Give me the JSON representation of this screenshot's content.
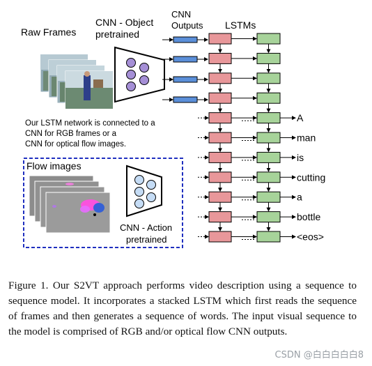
{
  "diagram": {
    "labels": {
      "raw_frames": "Raw Frames",
      "cnn_object_line1": "CNN - Object",
      "cnn_object_line2": "pretrained",
      "cnn_outputs_line1": "CNN",
      "cnn_outputs_line2": "Outputs",
      "lstms": "LSTMs",
      "note_line1": "Our LSTM network is connected to a",
      "note_line2": "CNN for RGB frames or a",
      "note_line3": "CNN for optical flow images.",
      "flow_images": "Flow images",
      "cnn_action_line1": "CNN - Action",
      "cnn_action_line2": "pretrained"
    },
    "output_words": [
      "A",
      "man",
      "is",
      "cutting",
      "a",
      "bottle",
      "<eos>"
    ],
    "colors": {
      "cnn_output_box": "#5b8fd9",
      "lstm_layer1": "#e8979a",
      "lstm_layer2": "#a7d39a",
      "cnn_node": "#a58fd6",
      "flow_node": "#c5dcf5",
      "flow_border": "#1f2fbf"
    }
  },
  "caption": {
    "text": "Figure 1.   Our S2VT approach performs video description using a sequence to sequence model.  It incorporates a stacked LSTM which first reads the sequence of frames and then generates a sequence of words. The input visual sequence to the model is comprised of RGB and/or optical flow CNN outputs."
  },
  "watermark": "CSDN @白白白白白8"
}
